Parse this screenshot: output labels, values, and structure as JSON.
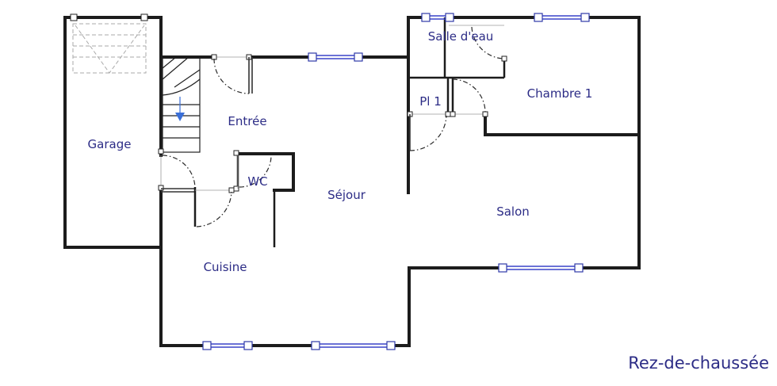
{
  "plan": {
    "floor_label": "Rez-de-chaussée",
    "rooms": {
      "garage": "Garage",
      "entree": "Entrée",
      "wc": "WC",
      "sejour": "Séjour",
      "cuisine": "Cuisine",
      "salle_deau": "Salle d'eau",
      "pl1": "Pl 1",
      "chambre1": "Chambre 1",
      "salon": "Salon"
    },
    "colors": {
      "wall": "#1c1c1c",
      "window": "#3a44c8",
      "label": "#2c2c86"
    }
  }
}
